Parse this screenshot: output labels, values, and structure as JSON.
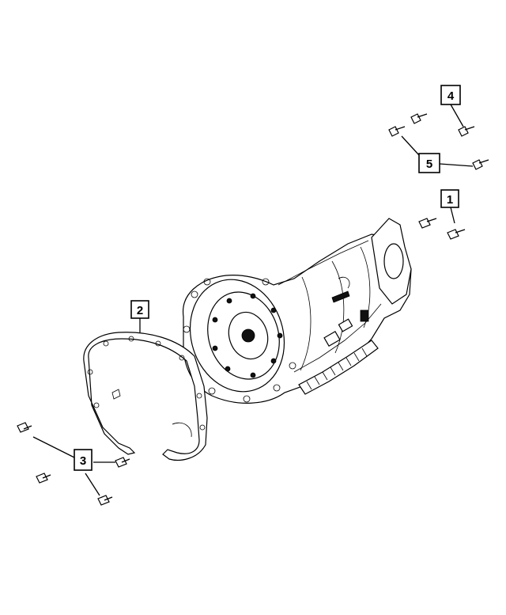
{
  "callouts": [
    {
      "id": "1",
      "label": "1"
    },
    {
      "id": "2",
      "label": "2"
    },
    {
      "id": "3",
      "label": "3"
    },
    {
      "id": "4",
      "label": "4"
    },
    {
      "id": "5",
      "label": "5"
    }
  ],
  "parts": {
    "transmission": "transmission-assembly-icon",
    "gasket": "gasket-icon",
    "bolt": "bolt-icon",
    "stud": "stud-icon"
  }
}
